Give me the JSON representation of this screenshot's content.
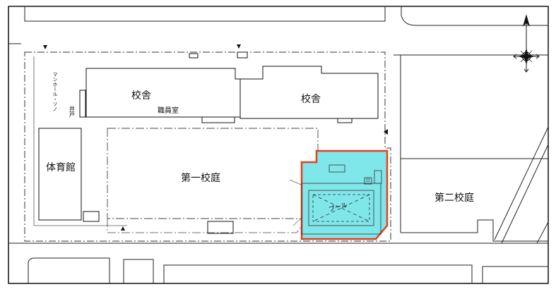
{
  "labels": {
    "school_building_west": "校舎",
    "staff_room": "職員室",
    "school_building_east": "校舎",
    "gymnasium": "体育館",
    "first_courtyard": "第一校庭",
    "second_courtyard": "第二校庭",
    "pool": "プール",
    "well": "井戸",
    "vertical_note": "マンホール・ソノ"
  },
  "colors": {
    "pool_fill": "#7fe6ea",
    "pool_border": "#e3401a",
    "line": "#222222"
  },
  "icons": {
    "compass": "north-arrow-compass-icon",
    "entrance_marker": "triangle-marker-icon"
  }
}
